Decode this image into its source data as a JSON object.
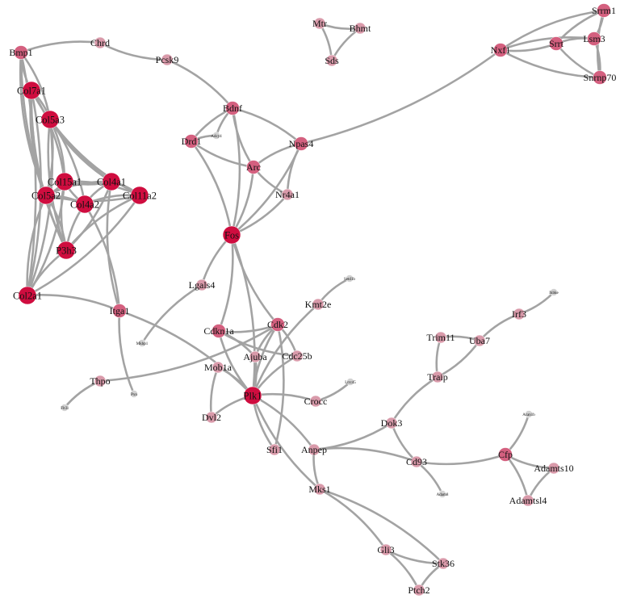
{
  "colors": {
    "edge": "#a3a3a3",
    "high": "#cf0d3f",
    "medium": "#d4607f",
    "low": "#d99aaa",
    "minimal": "#d2d2d2"
  },
  "nodes": [
    {
      "id": "Chrd",
      "label": "Chrd",
      "level": "low"
    },
    {
      "id": "Bmp1",
      "label": "Bmp1",
      "level": "medium"
    },
    {
      "id": "Pcsk9",
      "label": "Pcsk9",
      "level": "low"
    },
    {
      "id": "Mtr",
      "label": "Mtr",
      "level": "low"
    },
    {
      "id": "Bhmt",
      "label": "Bhmt",
      "level": "low"
    },
    {
      "id": "Sds",
      "label": "Sds",
      "level": "low"
    },
    {
      "id": "Nxf1",
      "label": "Nxf1",
      "level": "medium"
    },
    {
      "id": "Srrm1",
      "label": "Srrm1",
      "level": "medium"
    },
    {
      "id": "Srrt",
      "label": "Srrt",
      "level": "medium"
    },
    {
      "id": "Lsm3",
      "label": "Lsm3",
      "level": "medium"
    },
    {
      "id": "Snrnp70",
      "label": "Snrnp70",
      "level": "medium"
    },
    {
      "id": "Col7a1",
      "label": "Col7a1",
      "level": "high"
    },
    {
      "id": "Col5a3",
      "label": "Col5a3",
      "level": "high"
    },
    {
      "id": "Bdnf",
      "label": "Bdnf",
      "level": "medium"
    },
    {
      "id": "Drd1",
      "label": "Drd1",
      "level": "medium"
    },
    {
      "id": "Adcy4",
      "label": "Adcy4",
      "level": "minimal"
    },
    {
      "id": "Npas4",
      "label": "Npas4",
      "level": "medium"
    },
    {
      "id": "Arc",
      "label": "Arc",
      "level": "medium"
    },
    {
      "id": "Nr4a1",
      "label": "Nr4a1",
      "level": "low"
    },
    {
      "id": "Col15a1",
      "label": "Col15a1",
      "level": "high"
    },
    {
      "id": "Col4a1",
      "label": "Col4a1",
      "level": "high"
    },
    {
      "id": "Col5a2",
      "label": "Col5a2",
      "level": "high"
    },
    {
      "id": "Col4a2",
      "label": "Col4a2",
      "level": "high"
    },
    {
      "id": "Col11a2",
      "label": "Col11a2",
      "level": "high"
    },
    {
      "id": "P3h3",
      "label": "P3h3",
      "level": "high"
    },
    {
      "id": "Fos",
      "label": "Fos",
      "level": "high"
    },
    {
      "id": "Col2a1",
      "label": "Col2a1",
      "level": "high"
    },
    {
      "id": "Lgals4",
      "label": "Lgals4",
      "level": "low"
    },
    {
      "id": "Setd1b",
      "label": "Setd1b",
      "level": "minimal"
    },
    {
      "id": "Kmt2e",
      "label": "Kmt2e",
      "level": "low"
    },
    {
      "id": "Itga1",
      "label": "Itga1",
      "level": "medium"
    },
    {
      "id": "Cdk2",
      "label": "Cdk2",
      "level": "medium"
    },
    {
      "id": "Cdkn1a",
      "label": "Cdkn1a",
      "level": "medium"
    },
    {
      "id": "Mkbp1",
      "label": "Mkbp1",
      "level": "minimal"
    },
    {
      "id": "Ajuba",
      "label": "Ajuba",
      "level": "low"
    },
    {
      "id": "Cdc25b",
      "label": "Cdc25b",
      "level": "low"
    },
    {
      "id": "Mob1a",
      "label": "Mob1a",
      "level": "low"
    },
    {
      "id": "Thpo",
      "label": "Thpo",
      "level": "low"
    },
    {
      "id": "Pxn",
      "label": "Pxn",
      "level": "minimal"
    },
    {
      "id": "Flt3l",
      "label": "Flt3l",
      "level": "minimal"
    },
    {
      "id": "Plk1",
      "label": "Plk1",
      "level": "high"
    },
    {
      "id": "Lrrc45",
      "label": "Lrrc45",
      "level": "minimal"
    },
    {
      "id": "Crocc",
      "label": "Crocc",
      "level": "low"
    },
    {
      "id": "Dvl2",
      "label": "Dvl2",
      "level": "low"
    },
    {
      "id": "Ikbke",
      "label": "Ikbke",
      "level": "minimal"
    },
    {
      "id": "Irf3",
      "label": "Irf3",
      "level": "low"
    },
    {
      "id": "Trim11",
      "label": "Trim11",
      "level": "low"
    },
    {
      "id": "Uba7",
      "label": "Uba7",
      "level": "low"
    },
    {
      "id": "Traip",
      "label": "Traip",
      "level": "low"
    },
    {
      "id": "Dok3",
      "label": "Dok3",
      "level": "low"
    },
    {
      "id": "Sfi1",
      "label": "Sfi1",
      "level": "low"
    },
    {
      "id": "Anpep",
      "label": "Anpep",
      "level": "low"
    },
    {
      "id": "Adam8",
      "label": "Adam8",
      "level": "minimal"
    },
    {
      "id": "Cd93",
      "label": "Cd93",
      "level": "low"
    },
    {
      "id": "Acan1b",
      "label": "Acan1b",
      "level": "minimal"
    },
    {
      "id": "Cfp",
      "label": "Cfp",
      "level": "medium"
    },
    {
      "id": "Adamts10",
      "label": "Adamts10",
      "level": "low"
    },
    {
      "id": "Adamtsl4",
      "label": "Adamtsl4",
      "level": "low"
    },
    {
      "id": "Mks1",
      "label": "Mks1",
      "level": "low"
    },
    {
      "id": "Gli3",
      "label": "Gli3",
      "level": "low"
    },
    {
      "id": "Stk36",
      "label": "Stk36",
      "level": "low"
    },
    {
      "id": "Ptch2",
      "label": "Ptch2",
      "level": "low"
    }
  ],
  "edges": [
    [
      "Bmp1",
      "Chrd"
    ],
    [
      "Chrd",
      "Pcsk9"
    ],
    [
      "Pcsk9",
      "Bdnf"
    ],
    [
      "Bmp1",
      "Col7a1"
    ],
    [
      "Bmp1",
      "Col5a3"
    ],
    [
      "Bmp1",
      "Col5a2"
    ],
    [
      "Bmp1",
      "Col2a1"
    ],
    [
      "Bmp1",
      "P3h3"
    ],
    [
      "Col7a1",
      "Col5a3"
    ],
    [
      "Col7a1",
      "Col5a2"
    ],
    [
      "Col7a1",
      "Col15a1"
    ],
    [
      "Col7a1",
      "Col4a1"
    ],
    [
      "Col7a1",
      "Col2a1"
    ],
    [
      "Col7a1",
      "P3h3"
    ],
    [
      "Col5a3",
      "Col15a1"
    ],
    [
      "Col5a3",
      "Col4a1"
    ],
    [
      "Col5a3",
      "Col4a2"
    ],
    [
      "Col5a3",
      "Col11a2"
    ],
    [
      "Col5a3",
      "Col5a2"
    ],
    [
      "Col5a3",
      "P3h3"
    ],
    [
      "Col5a3",
      "Col2a1"
    ],
    [
      "Col15a1",
      "Col4a1"
    ],
    [
      "Col15a1",
      "Col5a2"
    ],
    [
      "Col15a1",
      "Col4a2"
    ],
    [
      "Col15a1",
      "Col11a2"
    ],
    [
      "Col15a1",
      "P3h3"
    ],
    [
      "Col15a1",
      "Col2a1"
    ],
    [
      "Col4a1",
      "Col4a2"
    ],
    [
      "Col4a1",
      "Col11a2"
    ],
    [
      "Col4a1",
      "Col5a2"
    ],
    [
      "Col4a1",
      "P3h3"
    ],
    [
      "Col4a1",
      "Itga1"
    ],
    [
      "Col5a2",
      "Col4a2"
    ],
    [
      "Col5a2",
      "Col11a2"
    ],
    [
      "Col5a2",
      "P3h3"
    ],
    [
      "Col5a2",
      "Col2a1"
    ],
    [
      "Col4a2",
      "Col11a2"
    ],
    [
      "Col4a2",
      "P3h3"
    ],
    [
      "Col4a2",
      "Itga1"
    ],
    [
      "Col11a2",
      "P3h3"
    ],
    [
      "Col11a2",
      "Col2a1"
    ],
    [
      "P3h3",
      "Col2a1"
    ],
    [
      "Col2a1",
      "Itga1"
    ],
    [
      "Itga1",
      "Pxn"
    ],
    [
      "Itga1",
      "Plk1"
    ],
    [
      "Mtr",
      "Bhmt"
    ],
    [
      "Mtr",
      "Sds"
    ],
    [
      "Bhmt",
      "Sds"
    ],
    [
      "Nxf1",
      "Srrm1"
    ],
    [
      "Nxf1",
      "Srrt"
    ],
    [
      "Nxf1",
      "Lsm3"
    ],
    [
      "Nxf1",
      "Snrnp70"
    ],
    [
      "Nxf1",
      "Npas4"
    ],
    [
      "Srrm1",
      "Srrt"
    ],
    [
      "Srrm1",
      "Lsm3"
    ],
    [
      "Srrm1",
      "Snrnp70"
    ],
    [
      "Srrt",
      "Lsm3"
    ],
    [
      "Srrt",
      "Snrnp70"
    ],
    [
      "Lsm3",
      "Snrnp70"
    ],
    [
      "Bdnf",
      "Drd1"
    ],
    [
      "Bdnf",
      "Npas4"
    ],
    [
      "Bdnf",
      "Arc"
    ],
    [
      "Bdnf",
      "Fos"
    ],
    [
      "Bdnf",
      "Adcy4"
    ],
    [
      "Drd1",
      "Adcy4"
    ],
    [
      "Drd1",
      "Arc"
    ],
    [
      "Drd1",
      "Fos"
    ],
    [
      "Npas4",
      "Arc"
    ],
    [
      "Npas4",
      "Fos"
    ],
    [
      "Npas4",
      "Nr4a1"
    ],
    [
      "Arc",
      "Fos"
    ],
    [
      "Arc",
      "Nr4a1"
    ],
    [
      "Nr4a1",
      "Fos"
    ],
    [
      "Fos",
      "Lgals4"
    ],
    [
      "Fos",
      "Cdkn1a"
    ],
    [
      "Fos",
      "Cdk2"
    ],
    [
      "Fos",
      "Plk1"
    ],
    [
      "Lgals4",
      "Mkbp1"
    ],
    [
      "Kmt2e",
      "Setd1b"
    ],
    [
      "Kmt2e",
      "Plk1"
    ],
    [
      "Cdk2",
      "Cdkn1a"
    ],
    [
      "Cdk2",
      "Plk1"
    ],
    [
      "Cdk2",
      "Cdc25b"
    ],
    [
      "Cdk2",
      "Ajuba"
    ],
    [
      "Cdk2",
      "Thpo"
    ],
    [
      "Cdkn1a",
      "Plk1"
    ],
    [
      "Cdkn1a",
      "Ajuba"
    ],
    [
      "Cdkn1a",
      "Cdc25b"
    ],
    [
      "Ajuba",
      "Plk1"
    ],
    [
      "Cdc25b",
      "Plk1"
    ],
    [
      "Mob1a",
      "Plk1"
    ],
    [
      "Mob1a",
      "Dvl2"
    ],
    [
      "Dvl2",
      "Plk1"
    ],
    [
      "Thpo",
      "Flt3l"
    ],
    [
      "Plk1",
      "Crocc"
    ],
    [
      "Plk1",
      "Sfi1"
    ],
    [
      "Plk1",
      "Anpep"
    ],
    [
      "Plk1",
      "Mks1"
    ],
    [
      "Lrrc45",
      "Crocc"
    ],
    [
      "Sfi1",
      "Cdk2"
    ],
    [
      "Ikbke",
      "Irf3"
    ],
    [
      "Irf3",
      "Uba7"
    ],
    [
      "Trim11",
      "Uba7"
    ],
    [
      "Trim11",
      "Traip"
    ],
    [
      "Uba7",
      "Traip"
    ],
    [
      "Traip",
      "Dok3"
    ],
    [
      "Dok3",
      "Anpep"
    ],
    [
      "Dok3",
      "Cd93"
    ],
    [
      "Anpep",
      "Cd93"
    ],
    [
      "Anpep",
      "Mks1"
    ],
    [
      "Cd93",
      "Adam8"
    ],
    [
      "Cd93",
      "Cfp"
    ],
    [
      "Acan1b",
      "Cfp"
    ],
    [
      "Cfp",
      "Adamts10"
    ],
    [
      "Cfp",
      "Adamtsl4"
    ],
    [
      "Adamts10",
      "Adamtsl4"
    ],
    [
      "Mks1",
      "Gli3"
    ],
    [
      "Gli3",
      "Stk36"
    ],
    [
      "Gli3",
      "Ptch2"
    ],
    [
      "Stk36",
      "Ptch2"
    ],
    [
      "Mks1",
      "Stk36"
    ]
  ]
}
